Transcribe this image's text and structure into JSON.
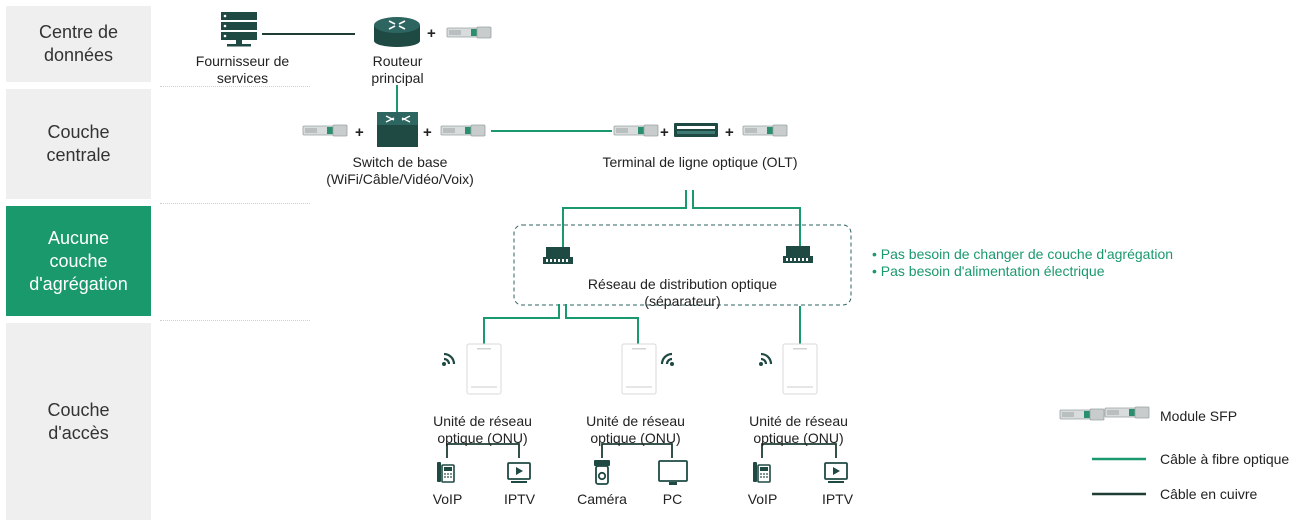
{
  "layers": {
    "data_center": "Centre de\ndonnées",
    "core": "Couche\ncentrale",
    "aggregation": "Aucune\ncouche\nd'agrégation",
    "access": "Couche\nd'accès"
  },
  "nodes": {
    "service_provider": "Fournisseur de\nservices",
    "main_router": "Routeur\nprincipal",
    "core_switch": "Switch de base\n(WiFi/Câble/Vidéo/Voix)",
    "olt": "Terminal de ligne optique (OLT)",
    "odn": "Réseau de distribution optique\n(séparateur)",
    "onu": "Unité de réseau\noptique (ONU)"
  },
  "plus_sign": "+",
  "benefits": [
    "• Pas besoin de changer de couche d'agrégation",
    "• Pas besoin d'alimentation électrique"
  ],
  "devices": {
    "voip": "VoIP",
    "iptv": "IPTV",
    "camera": "Caméra",
    "pc": "PC"
  },
  "legend": {
    "sfp": "Module SFP",
    "fiber": "Câble à fibre optique",
    "copper": "Câble en cuivre"
  },
  "colors": {
    "fiber": "#1a9a6c",
    "copper": "#1f3d35",
    "active_layer": "#1a9a6c",
    "layer_bg": "#efefef",
    "icon": "#1f4a44"
  }
}
